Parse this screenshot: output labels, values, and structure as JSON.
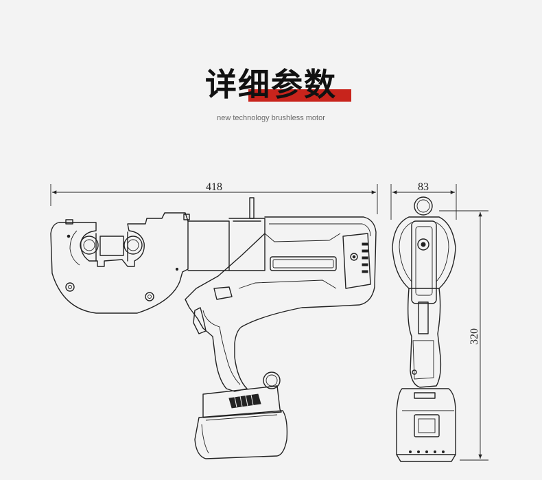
{
  "header": {
    "title": "详细参数",
    "subtitle": "new technology brushless motor"
  },
  "dimensions": {
    "length": "418",
    "width": "83",
    "height": "320"
  },
  "colors": {
    "accent": "#c8241c",
    "background": "#f3f3f3",
    "line": "#222222"
  }
}
